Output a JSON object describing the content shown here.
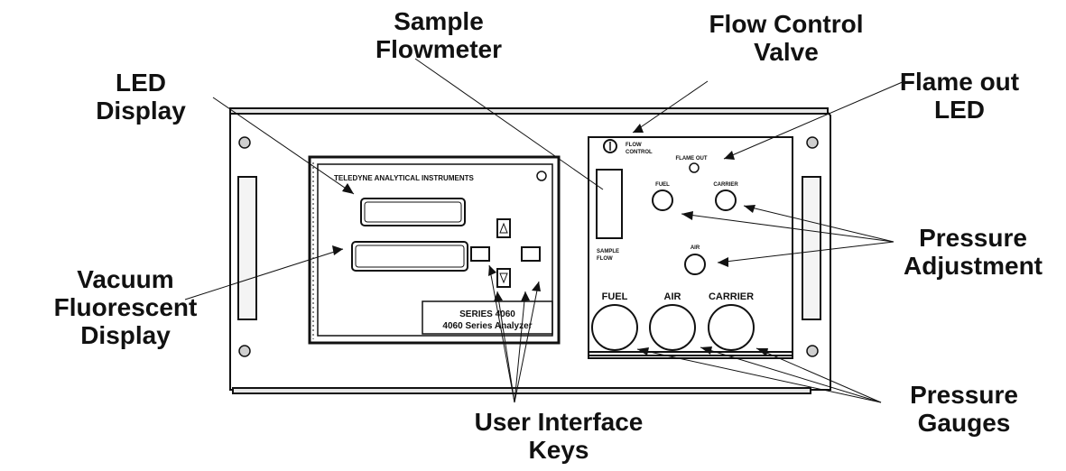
{
  "callouts": {
    "led_display": [
      "LED",
      "Display"
    ],
    "sample_flowmeter": [
      "Sample",
      "Flowmeter"
    ],
    "flow_control_valve": [
      "Flow Control",
      "Valve"
    ],
    "flame_out_led": [
      "Flame out",
      "LED"
    ],
    "vacuum_fluorescent_display": [
      "Vacuum",
      "Fluorescent",
      "Display"
    ],
    "pressure_adjustment": [
      "Pressure",
      "Adjustment"
    ],
    "user_interface_keys": [
      "User Interface",
      "Keys"
    ],
    "pressure_gauges": [
      "Pressure",
      "Gauges"
    ]
  },
  "instrument": {
    "front_header": "TELEDYNE ANALYTICAL INSTRUMENTS",
    "series_line": "SERIES 4060",
    "model_line": "4060 Series Analyzer",
    "flow_control": [
      "FLOW",
      "CONTROL"
    ],
    "flame_out": "FLAME OUT",
    "sample_flow": [
      "SAMPLE",
      "FLOW"
    ],
    "knob_fuel": "FUEL",
    "knob_carrier": "CARRIER",
    "knob_air": "AIR",
    "gauge_fuel": "FUEL",
    "gauge_air": "AIR",
    "gauge_carrier": "CARRIER"
  },
  "colors": {
    "ink": "#111111",
    "panel": "#ffffff",
    "shade": "#d6d6d6"
  }
}
